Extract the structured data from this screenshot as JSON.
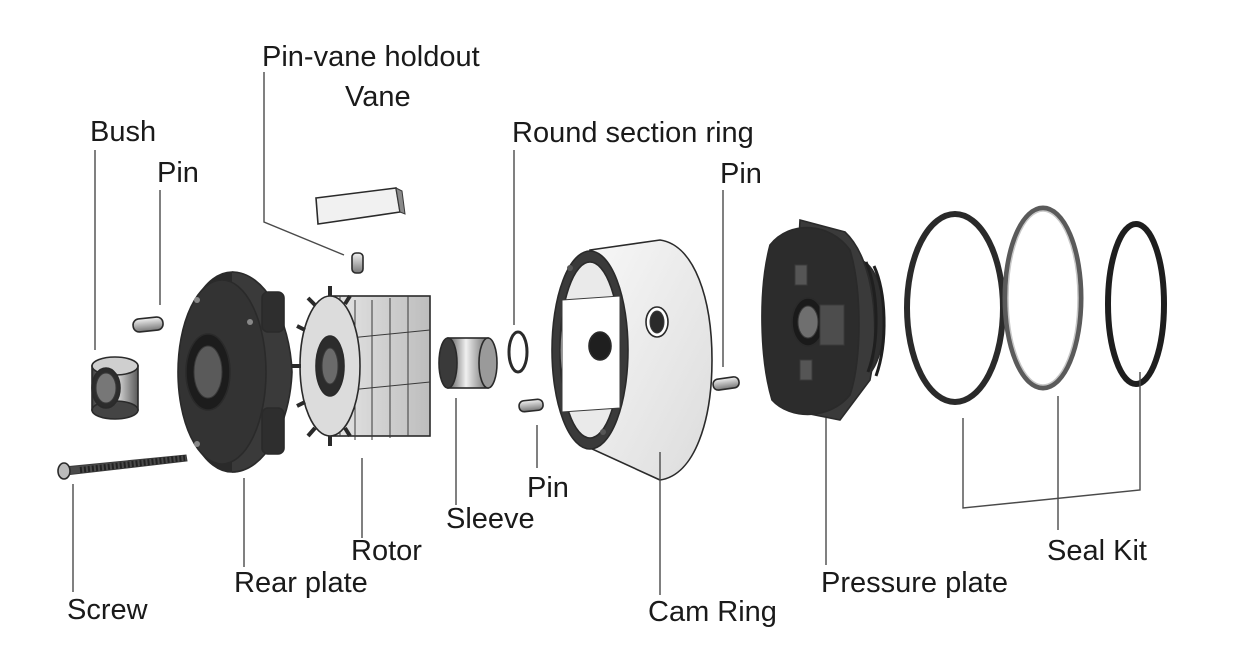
{
  "labels": {
    "pin_vane_holdout": "Pin-vane holdout",
    "vane": "Vane",
    "bush": "Bush",
    "pin_top_left": "Pin",
    "round_section_ring": "Round section ring",
    "pin_top_right": "Pin",
    "pin_middle": "Pin",
    "sleeve": "Sleeve",
    "rotor": "Rotor",
    "rear_plate": "Rear plate",
    "screw": "Screw",
    "cam_ring": "Cam Ring",
    "pressure_plate": "Pressure plate",
    "seal_kit": "Seal Kit"
  },
  "colors": {
    "background": "#ffffff",
    "dark_part": "#2b2b2b",
    "light_part": "#eeeeee",
    "mid_part": "#9a9a9a",
    "text": "#1a1a1a"
  }
}
